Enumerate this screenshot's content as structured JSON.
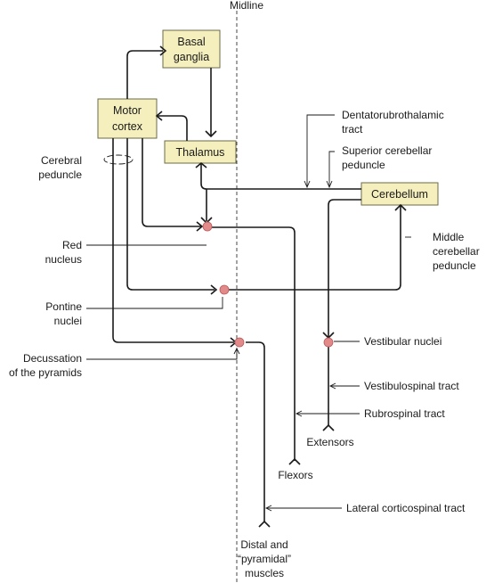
{
  "midline": "Midline",
  "boxes": {
    "basal_ganglia": [
      "Basal",
      "ganglia"
    ],
    "motor_cortex": [
      "Motor",
      "cortex"
    ],
    "thalamus": "Thalamus",
    "cerebellum": "Cerebellum"
  },
  "labels": {
    "dentatorubrothalamic": [
      "Dentatorubrothalamic",
      "tract"
    ],
    "superior_peduncle": [
      "Superior cerebellar",
      "peduncle"
    ],
    "cerebral_peduncle": [
      "Cerebral",
      "peduncle"
    ],
    "middle_peduncle": [
      "Middle",
      "cerebellar",
      "peduncle"
    ],
    "red_nucleus": [
      "Red",
      "nucleus"
    ],
    "pontine_nuclei": [
      "Pontine",
      "nuclei"
    ],
    "decussation": [
      "Decussation",
      "of the pyramids"
    ],
    "vestibular_nuclei": "Vestibular nuclei",
    "vestibulospinal": "Vestibulospinal tract",
    "rubrospinal": "Rubrospinal tract",
    "extensors": "Extensors",
    "flexors": "Flexors",
    "lateral_corticospinal": "Lateral corticospinal tract",
    "distal": [
      "Distal and",
      "“pyramidal”",
      "muscles"
    ]
  }
}
